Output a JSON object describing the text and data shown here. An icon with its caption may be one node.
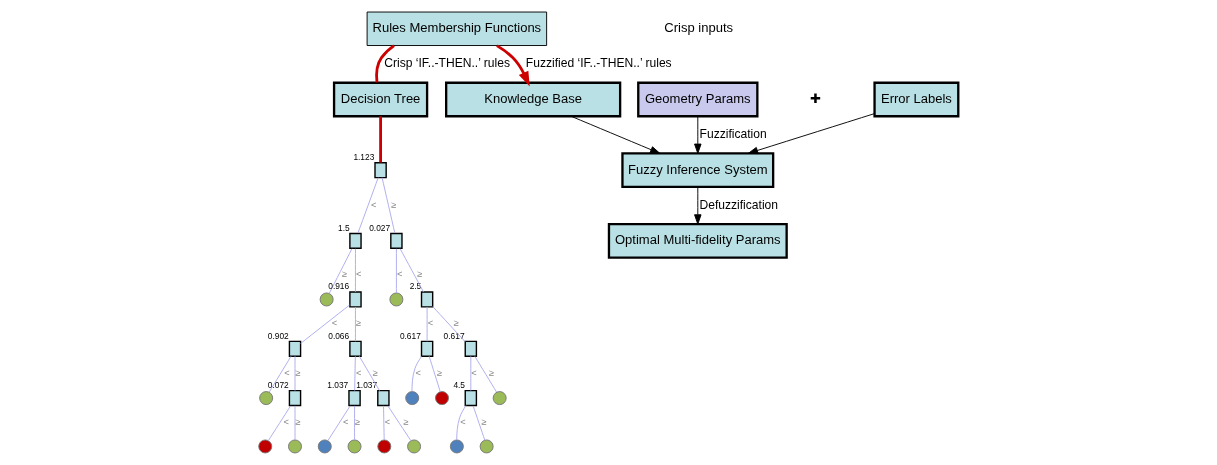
{
  "diagram": {
    "nodes": [
      {
        "text": [
          "Rules Membership Functions"
        ]
      },
      {
        "text": [
          "Decision Tree"
        ]
      },
      {
        "text": [
          "Knowledge Base"
        ]
      },
      {
        "text": [],
        "shape": "box",
        "beside": [
          "1.123"
        ]
      },
      {
        "text": [],
        "shape": "box",
        "beside": [
          "1.5"
        ]
      },
      {
        "text": [],
        "shape": "box",
        "beside": [
          "0.027"
        ]
      },
      {
        "text": [],
        "shape": "circle"
      },
      {
        "text": [],
        "shape": "circle"
      },
      {
        "text": [],
        "shape": "box",
        "beside": [
          "0.916"
        ]
      },
      {
        "text": [],
        "shape": "box",
        "beside": [
          "2.5"
        ]
      },
      {
        "text": [],
        "shape": "box",
        "beside": [
          "0.902"
        ]
      },
      {
        "text": [],
        "shape": "box",
        "beside": [
          "0.066"
        ]
      },
      {
        "text": [],
        "shape": "box",
        "beside": [
          "0.617"
        ]
      },
      {
        "text": [],
        "shape": "box",
        "beside": [
          "0.617"
        ]
      },
      {
        "text": [],
        "shape": "circle"
      },
      {
        "text": [],
        "shape": "box",
        "beside": [
          "0.072"
        ]
      },
      {
        "text": [],
        "shape": "box",
        "beside": [
          "1.037"
        ]
      },
      {
        "text": [],
        "shape": "box",
        "beside": [
          "1.037"
        ]
      },
      {
        "text": [],
        "shape": "circle"
      },
      {
        "text": [],
        "shape": "circle"
      },
      {
        "text": [],
        "shape": "box",
        "beside": [
          "4.5"
        ]
      },
      {
        "text": [],
        "shape": "circle"
      },
      {
        "text": [],
        "shape": "circle"
      },
      {
        "text": [],
        "shape": "circle"
      },
      {
        "text": [],
        "shape": "circle"
      },
      {
        "text": [],
        "shape": "circle"
      },
      {
        "text": [],
        "shape": "circle"
      },
      {
        "text": [],
        "shape": "circle"
      },
      {
        "text": [],
        "shape": "circle"
      },
      {
        "text": [],
        "shape": "circle"
      },
      {
        "text": [
          "Geometry Params"
        ]
      },
      {
        "text": [
          "Error Labels"
        ]
      },
      {
        "text": [
          "Optimal Multi-fidelity Params"
        ]
      },
      {
        "text": [
          "Fuzzy Inference System"
        ]
      }
    ],
    "edges": [
      {
        "from": 0,
        "to": 1,
        "arrow": "none",
        "label": "Crisp ‘IF..-THEN..’ rules",
        "style": "thick",
        "color": "#cc0000"
      },
      {
        "from": 0,
        "to": 2,
        "arrow": "to",
        "label": "Fuzzified ‘IF..-THEN..’ rules",
        "style": "thick",
        "color": "#cc0000"
      },
      {
        "from": 1,
        "to": 3,
        "arrow": "none",
        "style": "thick",
        "color": "#cc0000"
      },
      {
        "from": 3,
        "to": 4,
        "arrow": "none",
        "label": "<"
      },
      {
        "from": 3,
        "to": 5,
        "arrow": "none",
        "label": "≥"
      },
      {
        "from": 4,
        "to": 8,
        "arrow": "none",
        "label": "<"
      },
      {
        "from": 4,
        "to": 6,
        "arrow": "none",
        "label": "≥"
      },
      {
        "from": 5,
        "to": 7,
        "arrow": "none",
        "label": "<"
      },
      {
        "from": 5,
        "to": 9,
        "arrow": "none",
        "label": "≥"
      },
      {
        "from": 8,
        "to": 10,
        "arrow": "none",
        "label": "<"
      },
      {
        "from": 8,
        "to": 11,
        "arrow": "none",
        "label": "≥"
      },
      {
        "from": 9,
        "to": 12,
        "arrow": "none",
        "label": "<"
      },
      {
        "from": 9,
        "to": 13,
        "arrow": "none",
        "label": "≥"
      },
      {
        "from": 10,
        "to": 14,
        "arrow": "none",
        "label": "<"
      },
      {
        "from": 10,
        "to": 15,
        "arrow": "none",
        "label": "≥"
      },
      {
        "from": 11,
        "to": 16,
        "arrow": "none",
        "label": "<"
      },
      {
        "from": 11,
        "to": 17,
        "arrow": "none",
        "label": "≥"
      },
      {
        "from": 12,
        "to": 18,
        "arrow": "none",
        "label": "<"
      },
      {
        "from": 12,
        "to": 19,
        "arrow": "none",
        "label": "≥"
      },
      {
        "from": 13,
        "to": 20,
        "arrow": "none",
        "label": "<"
      },
      {
        "from": 13,
        "to": 21,
        "arrow": "none",
        "label": "≥"
      },
      {
        "from": 15,
        "to": 22,
        "arrow": "none",
        "label": "<"
      },
      {
        "from": 15,
        "to": 23,
        "arrow": "none",
        "label": "≥"
      },
      {
        "from": 16,
        "to": 24,
        "arrow": "none",
        "label": "<"
      },
      {
        "from": 16,
        "to": 25,
        "arrow": "none",
        "label": "≥"
      },
      {
        "from": 17,
        "to": 26,
        "arrow": "none",
        "label": "<"
      },
      {
        "from": 17,
        "to": 27,
        "arrow": "none",
        "label": "≥"
      },
      {
        "from": 20,
        "to": 28,
        "arrow": "none",
        "label": "<"
      },
      {
        "from": 20,
        "to": 29,
        "arrow": "none",
        "label": "≥"
      },
      {
        "from": 2,
        "to": 33,
        "arrow": "to",
        "color": "#000000"
      },
      {
        "from": 30,
        "to": 33,
        "arrow": "to",
        "label": "Fuzzification",
        "color": "#000000"
      },
      {
        "from": 31,
        "to": 33,
        "arrow": "to",
        "color": "#000000"
      },
      {
        "from": 33,
        "to": 32,
        "arrow": "to",
        "label": "Defuzzification",
        "color": "#000000"
      }
    ],
    "labels": [
      "Crisp inputs",
      "✚"
    ]
  }
}
